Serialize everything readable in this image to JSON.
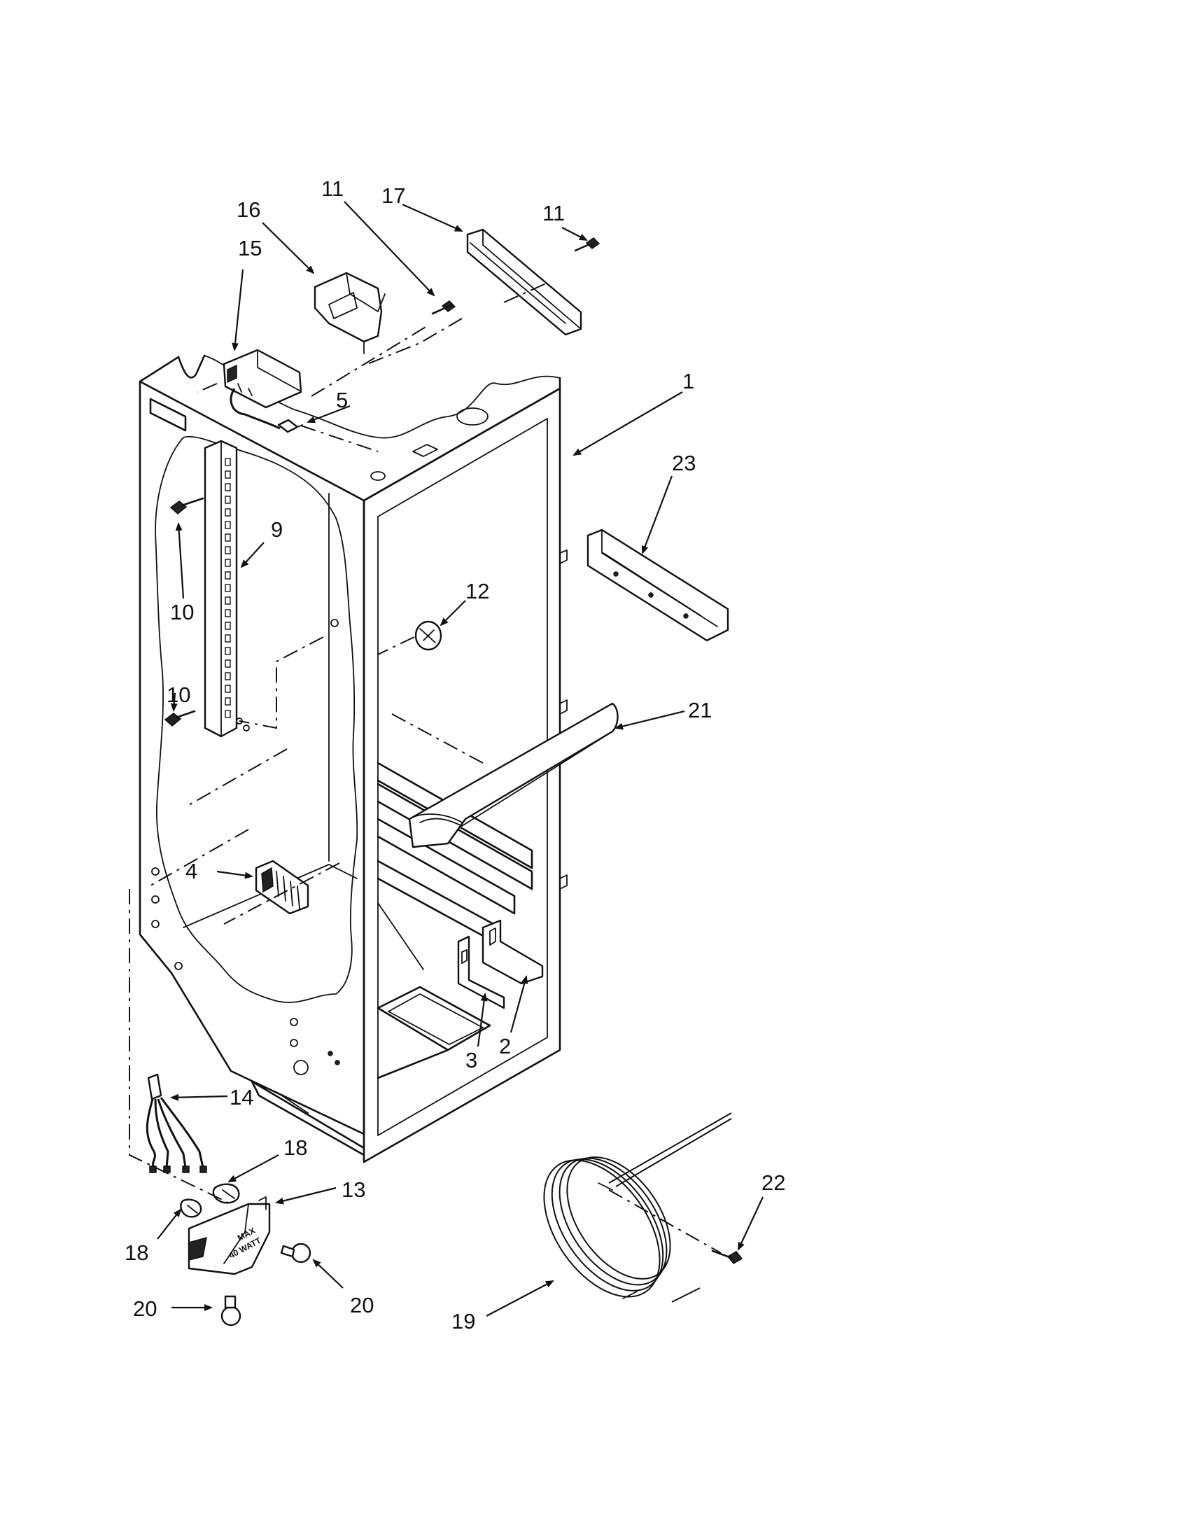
{
  "diagram": {
    "callouts": [
      {
        "id": "c1",
        "number": "1"
      },
      {
        "id": "c2",
        "number": "2"
      },
      {
        "id": "c3",
        "number": "3"
      },
      {
        "id": "c4",
        "number": "4"
      },
      {
        "id": "c5",
        "number": "5"
      },
      {
        "id": "c9",
        "number": "9"
      },
      {
        "id": "c10a",
        "number": "10"
      },
      {
        "id": "c10b",
        "number": "10"
      },
      {
        "id": "c11a",
        "number": "11"
      },
      {
        "id": "c11b",
        "number": "11"
      },
      {
        "id": "c12",
        "number": "12"
      },
      {
        "id": "c13",
        "number": "13"
      },
      {
        "id": "c14",
        "number": "14"
      },
      {
        "id": "c15",
        "number": "15"
      },
      {
        "id": "c16",
        "number": "16"
      },
      {
        "id": "c17",
        "number": "17"
      },
      {
        "id": "c18a",
        "number": "18"
      },
      {
        "id": "c18b",
        "number": "18"
      },
      {
        "id": "c19",
        "number": "19"
      },
      {
        "id": "c20a",
        "number": "20"
      },
      {
        "id": "c20b",
        "number": "20"
      },
      {
        "id": "c21",
        "number": "21"
      },
      {
        "id": "c22",
        "number": "22"
      },
      {
        "id": "c23",
        "number": "23"
      }
    ],
    "lamp_housing_marking": [
      "MAX",
      "40 WATT"
    ]
  }
}
